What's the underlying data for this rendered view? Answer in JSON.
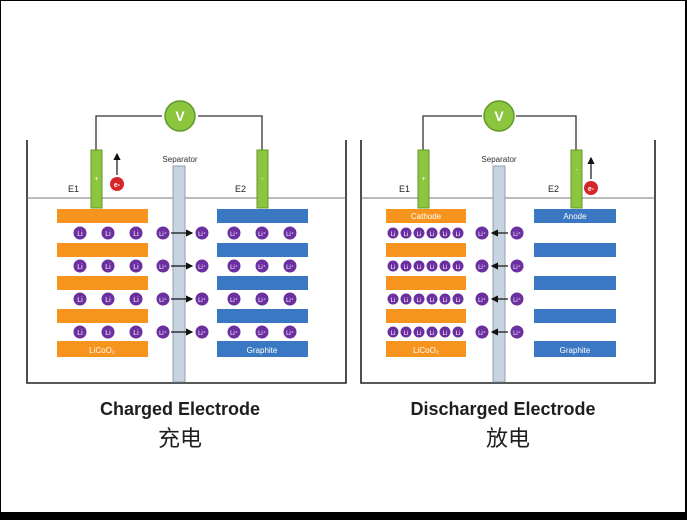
{
  "colors": {
    "background": "#ffffff",
    "cathode_plate": "#f7941d",
    "anode_plate": "#3a78c3",
    "ion": "#6b2fa0",
    "voltmeter": "#8cc63f",
    "electrode_rod": "#8cc63f",
    "electron": "#d7262b",
    "separator": "#c7d3de"
  },
  "charged": {
    "voltmeter_label": "V",
    "separator_label": "Separator",
    "e1_label": "E1",
    "e2_label": "E2",
    "rod_left_sign": "+",
    "rod_right_sign": "-",
    "electron_label": "e-",
    "cathode_label": "",
    "cathode_bottom_label": "LiCoO₂",
    "anode_label": "",
    "anode_bottom_label": "Graphite",
    "ion_label": "Li",
    "moving_ion_label": "Li⁺",
    "caption": "Charged Electrode",
    "caption_cn": "充电"
  },
  "discharged": {
    "voltmeter_label": "V",
    "separator_label": "Separator",
    "e1_label": "E1",
    "e2_label": "E2",
    "rod_left_sign": "+",
    "rod_right_sign": "-",
    "electron_label": "e-",
    "cathode_label": "Cathode",
    "cathode_bottom_label": "LiCoO₂",
    "anode_label": "Anode",
    "anode_bottom_label": "Graphite",
    "ion_label": "Li",
    "moving_ion_label": "Li⁺",
    "caption": "Discharged Electrode",
    "caption_cn": "放电"
  }
}
